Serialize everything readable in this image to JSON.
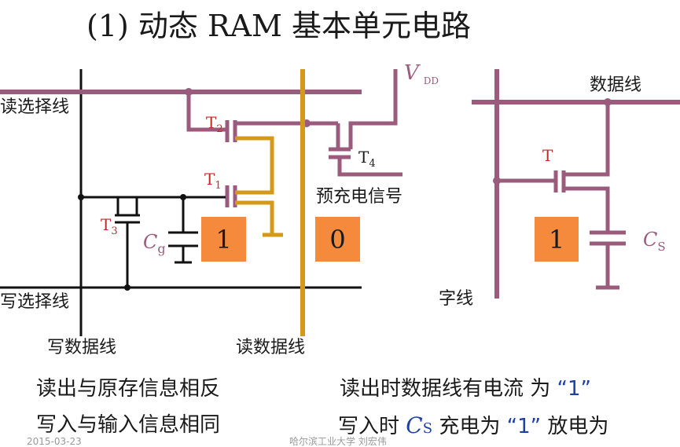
{
  "title": "(1) 动态 RAM 基本单元电路",
  "left_circuit": {
    "read_select_line": "读选择线",
    "write_select_line": "写选择线",
    "write_data_line": "写数据线",
    "read_data_line": "读数据线",
    "vdd": "V",
    "vdd_sub": "DD",
    "precharge": "预充电信号",
    "t1": "T",
    "t1_sub": "1",
    "t2": "T",
    "t2_sub": "2",
    "t3": "T",
    "t3_sub": "3",
    "t4": "T",
    "t4_sub": "4",
    "cg": "C",
    "cg_sub": "g",
    "box_cg_value": "1",
    "box_readline_value": "0"
  },
  "right_circuit": {
    "data_line": "数据线",
    "word_line": "字线",
    "t": "T",
    "cs": "C",
    "cs_sub": "S",
    "box_value": "1"
  },
  "notes": {
    "left_line1": "读出与原存信息相反",
    "left_line2": "写入与输入信息相同",
    "right_line1_prefix": "读出时数据线有电流 为",
    "right_line1_value": "“1”",
    "right_line2_prefix": "写入时",
    "cs": "C",
    "cs_sub": "S",
    "right_line2_mid": "充电为",
    "right_line2_value": "“1”",
    "right_line2_suffix": "放电为"
  },
  "footer": {
    "date": "2015-03-23",
    "source": "哈尔滨工业大学 刘宏伟"
  },
  "colors": {
    "purple_wire": "#9b5b7c",
    "gold_wire": "#d39a1a",
    "black_wire": "#111111",
    "orange_box": "#f58a3c",
    "red_label": "#c62828",
    "blue_text": "#1f3fa8"
  }
}
